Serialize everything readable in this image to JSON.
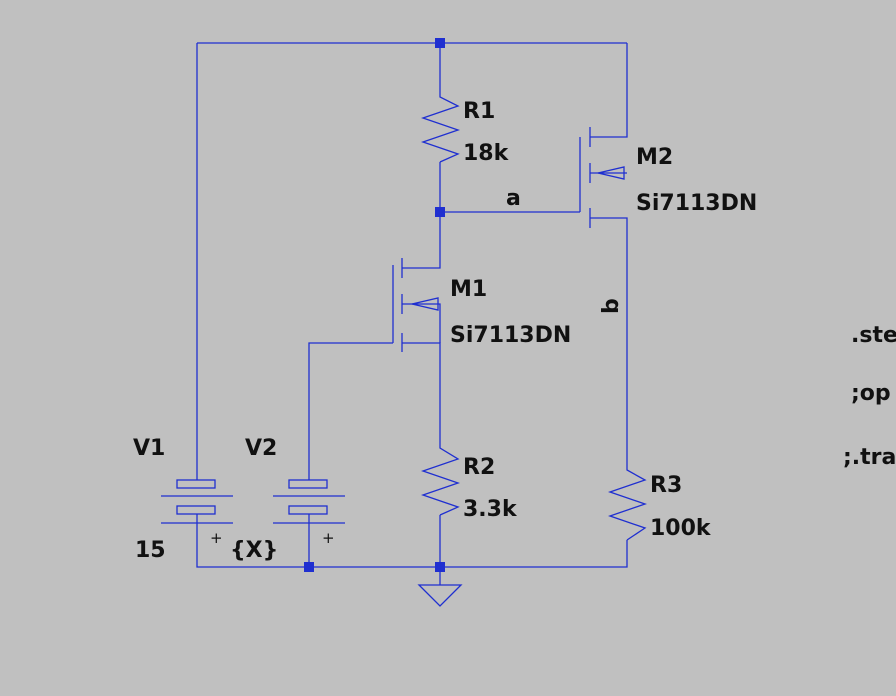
{
  "components": {
    "R1": {
      "name": "R1",
      "value": "18k"
    },
    "R2": {
      "name": "R2",
      "value": "3.3k"
    },
    "R3": {
      "name": "R3",
      "value": "100k"
    },
    "M1": {
      "name": "M1",
      "model": "Si7113DN"
    },
    "M2": {
      "name": "M2",
      "model": "Si7113DN"
    },
    "V1": {
      "name": "V1",
      "value": "15"
    },
    "V2": {
      "name": "V2",
      "value": "{X}"
    }
  },
  "nets": {
    "a": "a",
    "b": "b"
  },
  "polarity_mark": "+",
  "directives": [
    ".ste",
    ";op",
    ";.tra"
  ],
  "colors": {
    "background": "#c0c0c0",
    "wire": "#1f2fd0",
    "text": "#111111"
  }
}
